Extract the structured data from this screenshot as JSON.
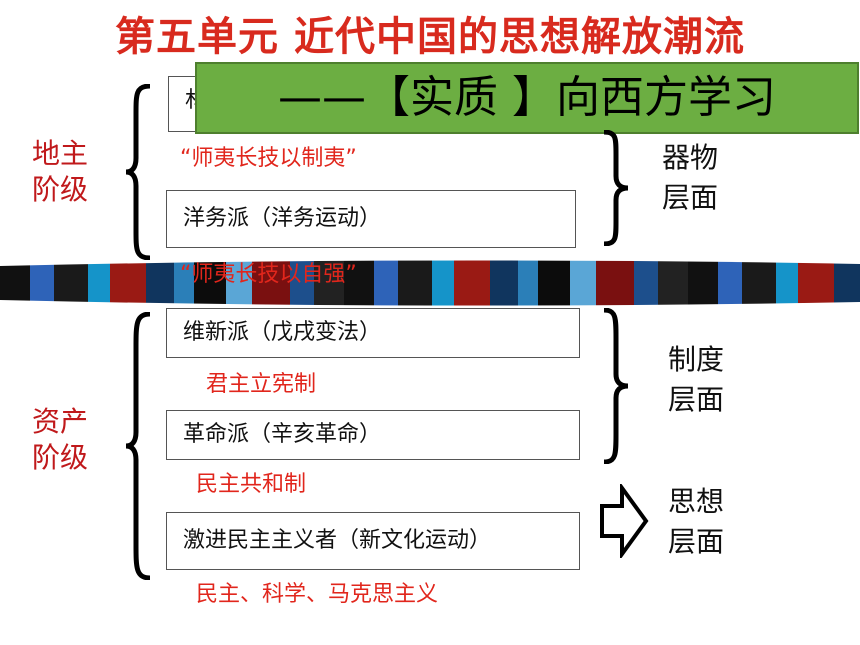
{
  "title": "第五单元  近代中国的思想解放潮流",
  "banner": "——【实质 】向西方学习",
  "left_labels": {
    "landlord": [
      "地主",
      "阶级"
    ],
    "bourgeois": [
      "资产",
      "阶级"
    ]
  },
  "boxes": {
    "box1_partial": "林",
    "box2": "洋务派（洋务运动）",
    "box3": "维新派（戊戌变法）",
    "box4": "革命派（辛亥革命）",
    "box5": "激进民主主义者（新文化运动）"
  },
  "red_notes": {
    "note1": "“师夷长技以制夷”",
    "note2": "“师夷长技以自强”",
    "note3": "君主立宪制",
    "note4": "民主共和制",
    "note5": "民主、科学、马克思主义"
  },
  "right_labels": {
    "material": [
      "器物",
      "层面"
    ],
    "system": [
      "制度",
      "层面"
    ],
    "thought": [
      "思想",
      "层面"
    ]
  },
  "colors": {
    "title": "#d82a1e",
    "banner": "#6cae42",
    "red_text": "#e1261c"
  }
}
